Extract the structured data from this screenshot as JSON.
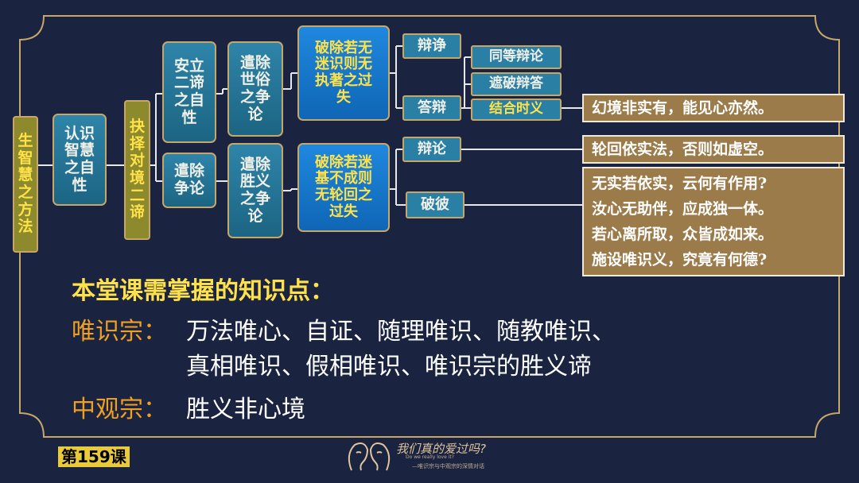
{
  "colors": {
    "background": "#1a2340",
    "frame": "#c7a66a",
    "teal_box": "#2a7fa4",
    "blue_box": "#1f88de",
    "olive_box": "#8c8a2c",
    "brown_box": "#9c7b4a",
    "yellow_text": "#ffe24a",
    "orange_text": "#f0a020"
  },
  "tree": {
    "root": "生智慧之方法",
    "n1": "认识智慧之自性",
    "n2": "抉择对境二谛",
    "n3a": "安立二谛之自性",
    "n3b": "遣除争论",
    "n4a": "遣除世俗之争论",
    "n4b": "遣除胜义之争论",
    "n5a": "破除若无迷识则无执著之过失",
    "n5b": "破除若迷基不成则无轮回之过失",
    "n6a": "辩诤",
    "n6b": "答辩",
    "n6c": "辩论",
    "n6d": "破彼",
    "n7a": "同等辩论",
    "n7b": "遮破辩答",
    "n7c": "结合时义"
  },
  "verses": {
    "v1": "幻境非实有，能见心亦然。",
    "v2": "轮回依实法，否则如虚空。",
    "v3": [
      "无实若依实，云何有作用?",
      "汝心无助伴，应成独一体。",
      "若心离所取，众皆成如来。",
      "施设唯识义，究竟有何德?"
    ]
  },
  "knowledge": {
    "heading": "本堂课需掌握的知识点：",
    "label1": "唯识宗：",
    "line1a": "万法唯心、自证、随理唯识、随教唯识、",
    "line1b": "真相唯识、假相唯识、唯识宗的胜义谛",
    "label2": "中观宗：",
    "line2": "胜义非心境"
  },
  "footer": {
    "lesson": "第159课",
    "logo_title": "我们真的爱过吗?",
    "logo_sub": "Do we really love it?",
    "logo_caption": "—唯识宗与中观宗的深情对话"
  }
}
